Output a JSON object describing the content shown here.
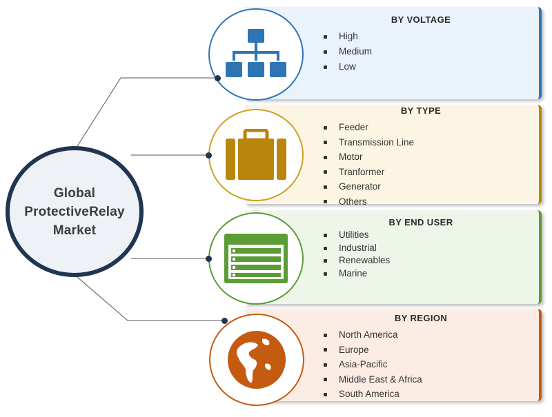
{
  "hub": {
    "lines": [
      "Global",
      "ProtectiveRelay",
      "Market"
    ]
  },
  "colors": {
    "hub_border": "#1f3550",
    "voltage": "#2e75b6",
    "type": "#b8860b",
    "end_user": "#5b9c35",
    "region": "#c55a11"
  },
  "segments": [
    {
      "title": "BY VOLTAGE",
      "icon": "hierarchy-icon",
      "items": [
        "High",
        "Medium",
        "Low"
      ]
    },
    {
      "title": "BY TYPE",
      "icon": "briefcase-icon",
      "items": [
        "Feeder",
        "Transmission Line",
        "Motor",
        "Tranformer",
        "Generator",
        "Others"
      ]
    },
    {
      "title": "BY END USER",
      "icon": "list-window-icon",
      "items": [
        "Utilities",
        "Industrial",
        "Renewables",
        "Marine"
      ]
    },
    {
      "title": "BY REGION",
      "icon": "globe-icon",
      "items": [
        "North America",
        "Europe",
        "Asia-Pacific",
        "Middle East & Africa",
        "South America"
      ]
    }
  ]
}
